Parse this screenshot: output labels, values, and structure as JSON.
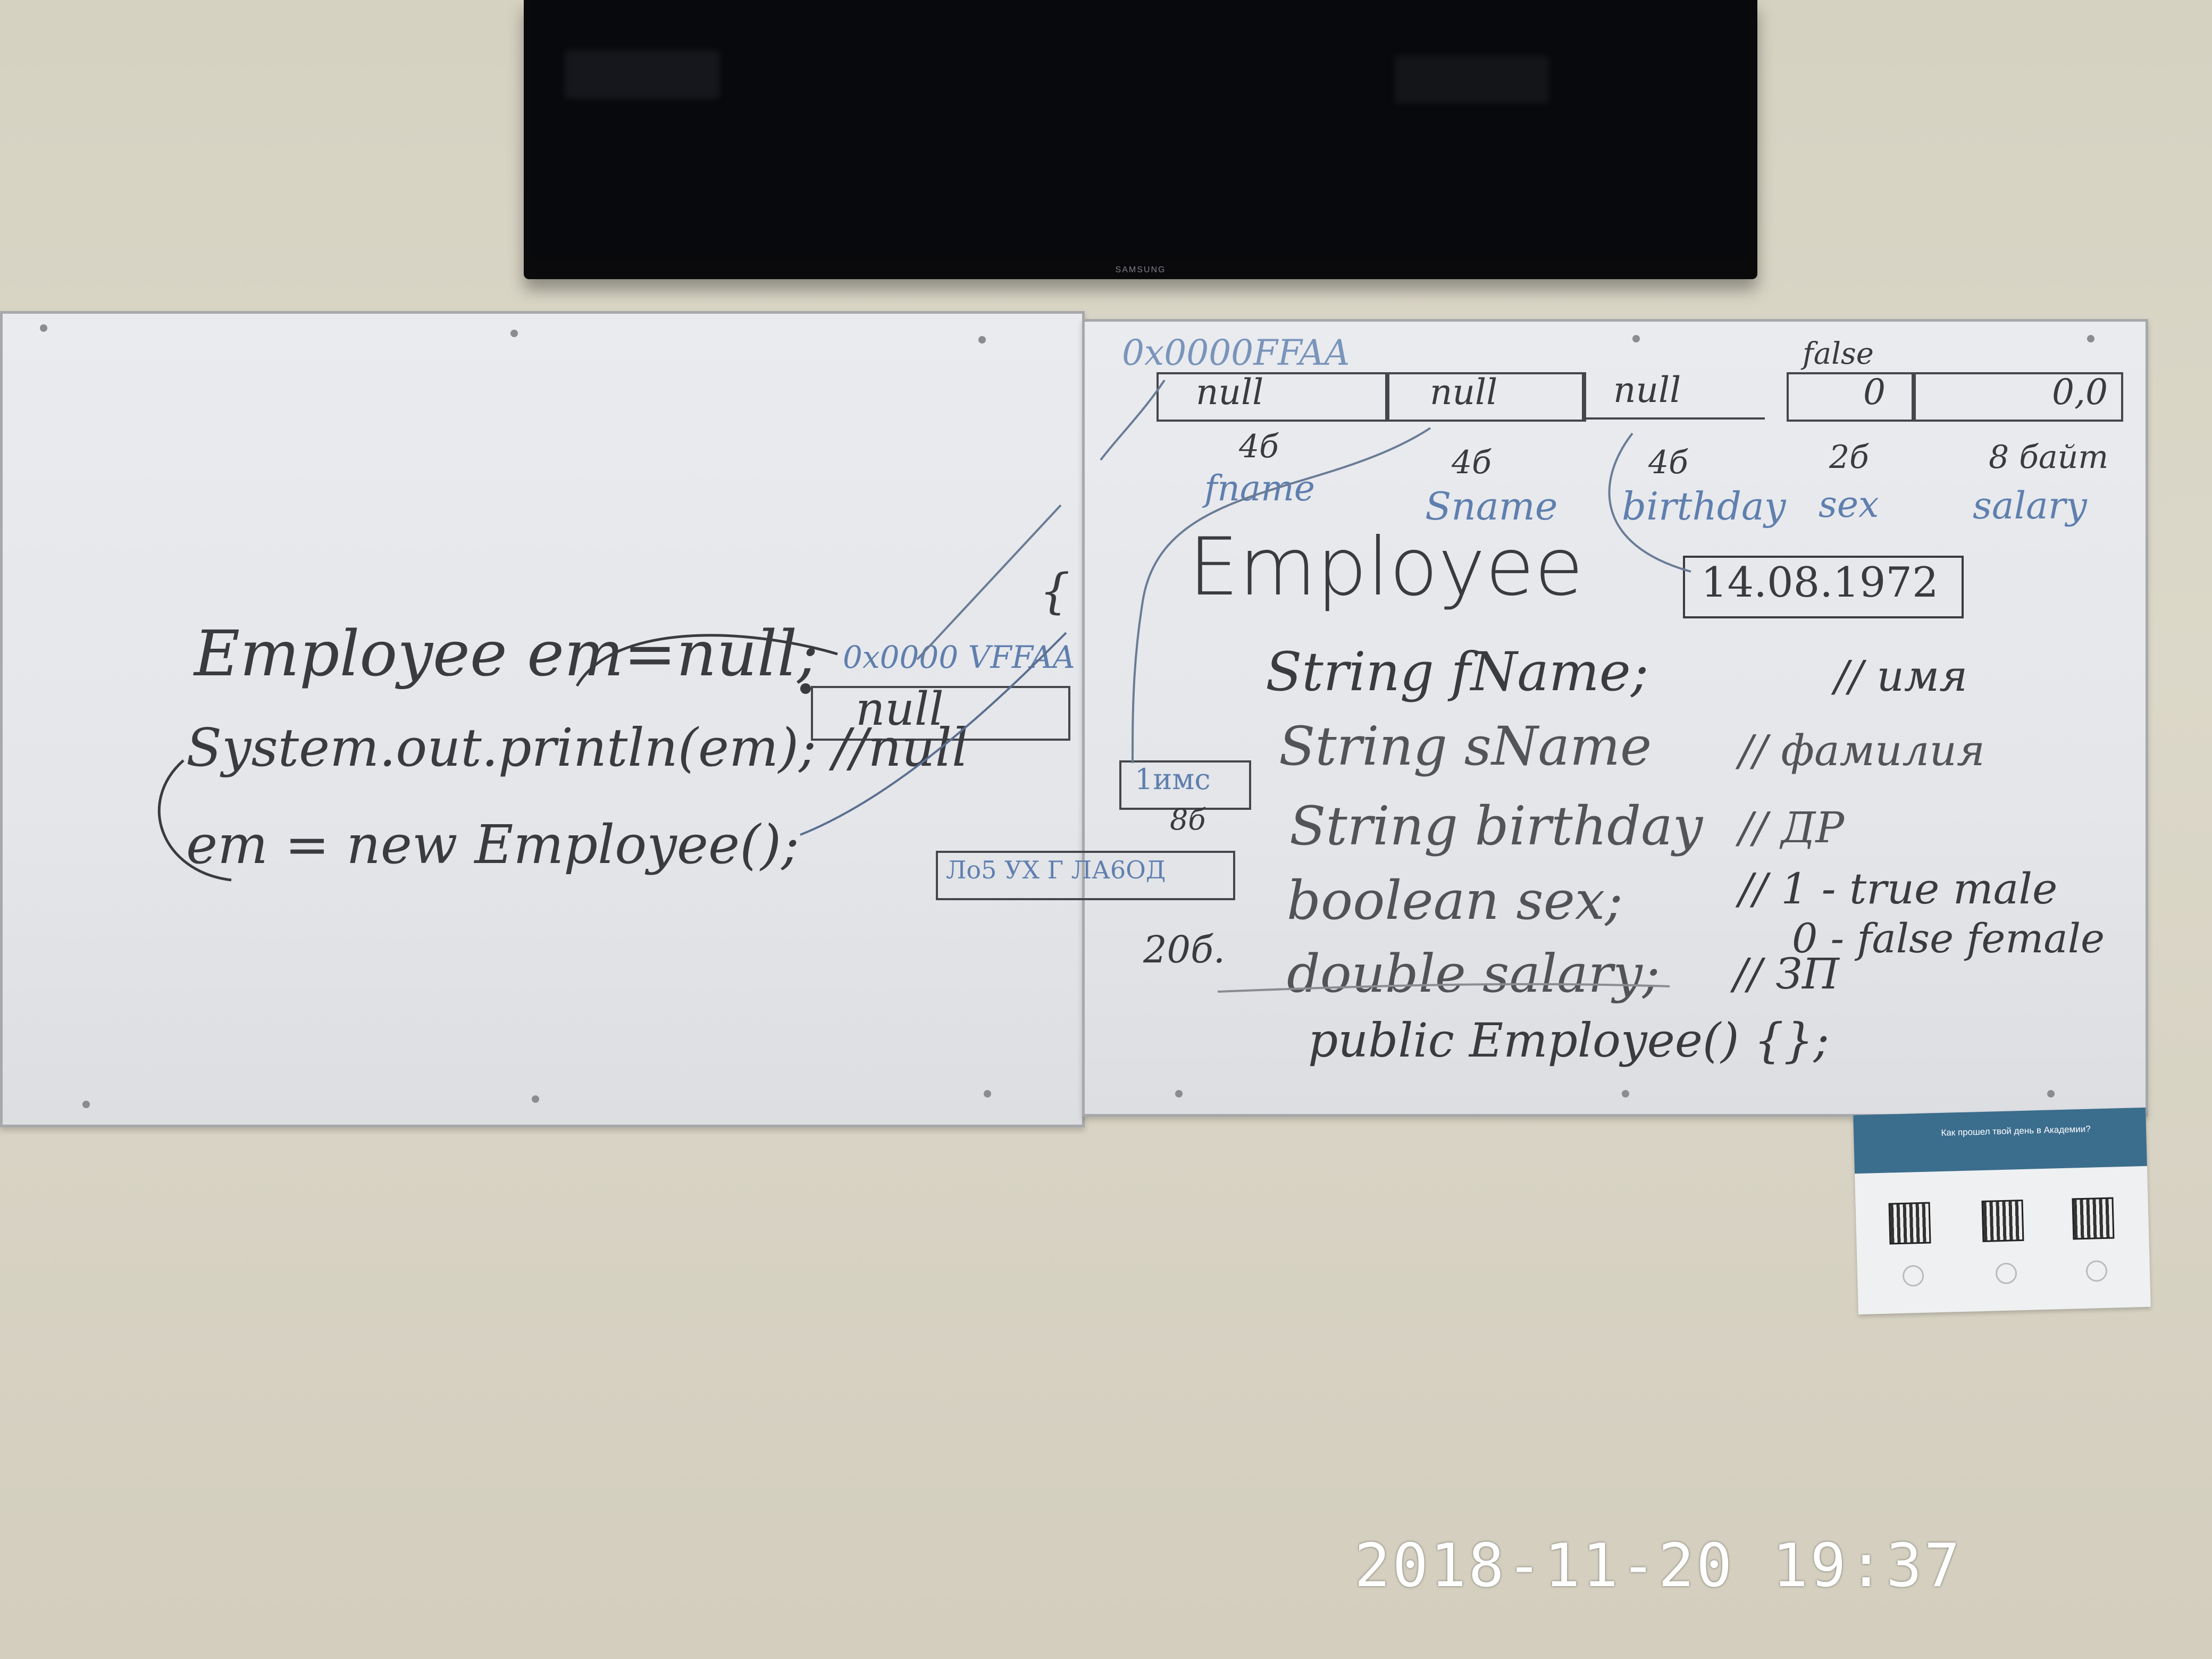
{
  "tv": {
    "brand": "SAMSUNG"
  },
  "left_board": {
    "line1": "Employee em=null;",
    "null_box": "null",
    "address": "0x0000 VFFAA",
    "line2": "System.out.println(em); //null",
    "line3": "em = new Employee();",
    "brace": "{",
    "box_link": "1имс",
    "box_link_size": "8б",
    "box_bytes": "Ло5 УХ Г   ЛА6ОД",
    "box_bytes_size": "20б."
  },
  "right_board": {
    "header_address": "0x0000FFAA",
    "false_label": "false",
    "cells": [
      {
        "value": "null",
        "size": "4б",
        "field": "fname"
      },
      {
        "value": "null",
        "size": "4б",
        "field": "Sname"
      },
      {
        "value": "null",
        "size": "4б",
        "field": "birthday"
      },
      {
        "value": "0",
        "size": "2б",
        "field": "sex"
      },
      {
        "value": "0,0",
        "size": "8 байт",
        "field": "salary"
      }
    ],
    "date_box": "14.08.1972",
    "class_name": "Employee",
    "fields": [
      {
        "decl": "String fName;",
        "comment": "// имя"
      },
      {
        "decl": "String sName",
        "comment": "// фамилия"
      },
      {
        "decl": "String birthday",
        "comment": "// ДР"
      },
      {
        "decl": "boolean sex;",
        "comment": "// 1 - true male"
      },
      {
        "decl": "",
        "comment": "0 - false female"
      },
      {
        "decl": "double salary;",
        "comment": "// ЗП"
      }
    ],
    "constructor": "public Employee() {};"
  },
  "poster": {
    "title": "Как прошел твой день в Академии?"
  },
  "timestamp": "2018-11-20 19:37"
}
